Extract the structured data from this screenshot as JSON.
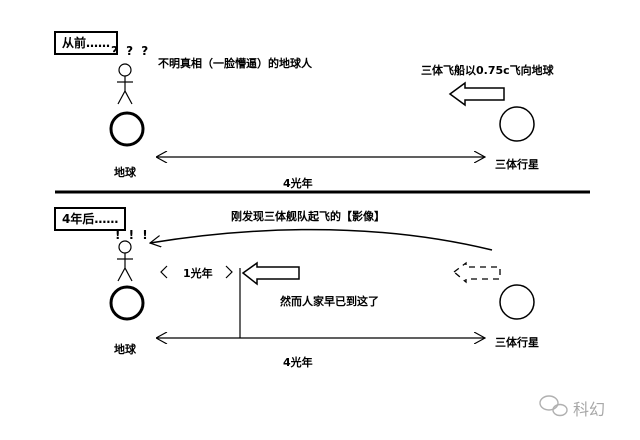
{
  "top": {
    "box_label": "从前……",
    "question_marks": "? ? ?",
    "human_caption": "不明真相（一脸懵逼）的地球人",
    "fleet_caption": "三体飞船以0.75c飞向地球",
    "earth_label": "地球",
    "trisolaris_label": "三体行星",
    "distance_label": "4光年"
  },
  "bottom": {
    "box_label": "4年后……",
    "exclamation_marks": "! ! !",
    "image_caption": "刚发现三体舰队起飞的【影像】",
    "one_ly_label": "1光年",
    "fleet_caption": "然而人家早已到这了",
    "earth_label": "地球",
    "trisolaris_label": "三体行星",
    "distance_label": "4光年"
  },
  "watermark": {
    "icon": "wechat-icon",
    "text": "科幻"
  }
}
